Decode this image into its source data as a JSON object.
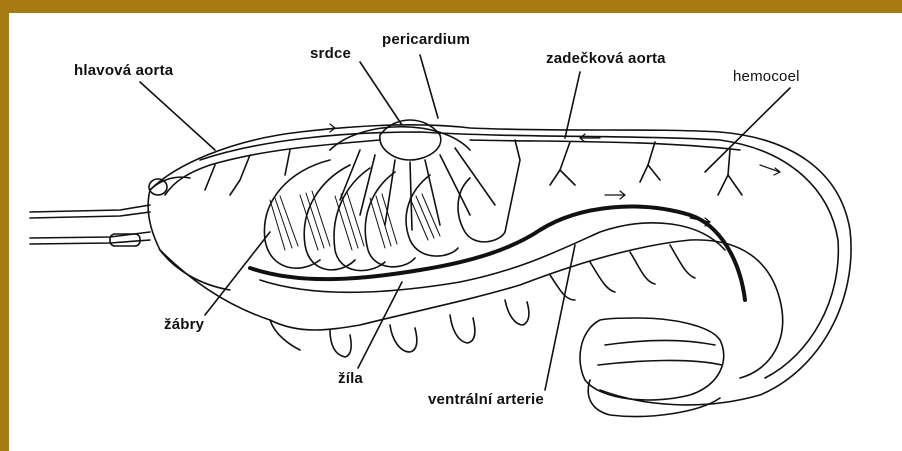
{
  "labels": {
    "hlavova_aorta": "hlavová aorta",
    "srdce": "srdce",
    "pericardium": "pericardium",
    "zadeckova_aorta": "zadečková aorta",
    "hemocoel": "hemocoel",
    "zabry": "žábry",
    "zila": "žíla",
    "ventralni_arterie": "ventrální arterie"
  },
  "colors": {
    "frame": "#a87a12",
    "background": "#ffffff",
    "ink": "#111111"
  }
}
